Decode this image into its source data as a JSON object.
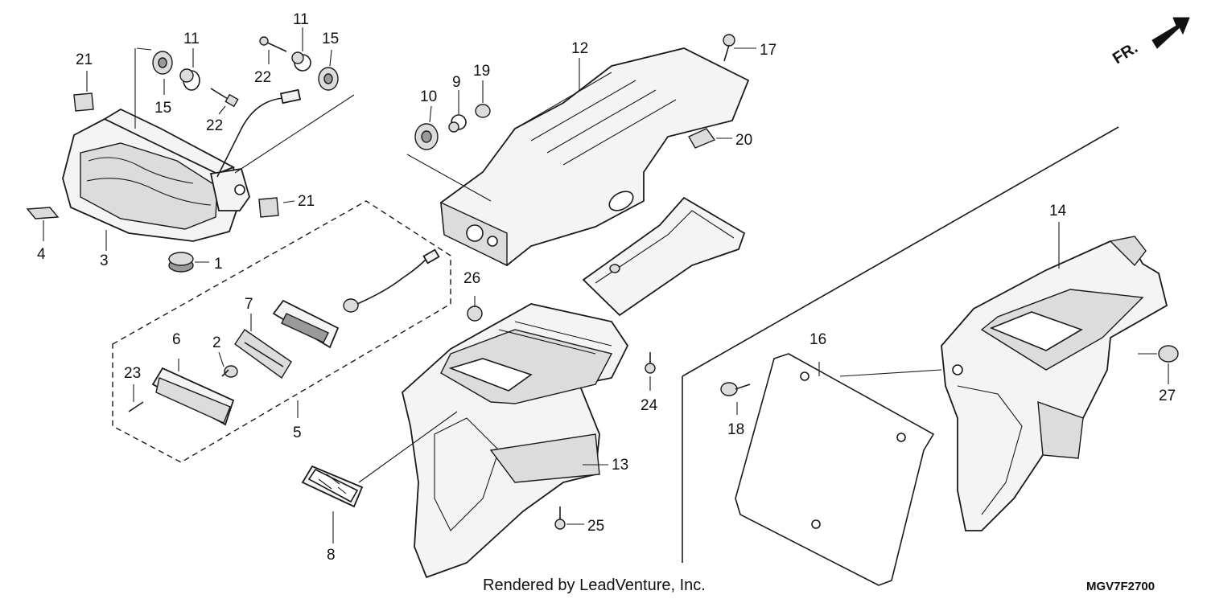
{
  "diagram": {
    "direction_label": "FR.",
    "footer_text": "Rendered by LeadVenture, Inc.",
    "diagram_code": "MGV7F2700",
    "callouts": {
      "c1": "1",
      "c2": "2",
      "c3": "3",
      "c4": "4",
      "c5": "5",
      "c6": "6",
      "c7": "7",
      "c8": "8",
      "c9": "9",
      "c10": "10",
      "c11a": "11",
      "c11b": "11",
      "c12": "12",
      "c13": "13",
      "c14": "14",
      "c15a": "15",
      "c15b": "15",
      "c16": "16",
      "c17": "17",
      "c18": "18",
      "c19": "19",
      "c20": "20",
      "c21a": "21",
      "c21b": "21",
      "c22a": "22",
      "c22b": "22",
      "c23": "23",
      "c24": "24",
      "c25": "25",
      "c26": "26",
      "c27": "27"
    }
  }
}
